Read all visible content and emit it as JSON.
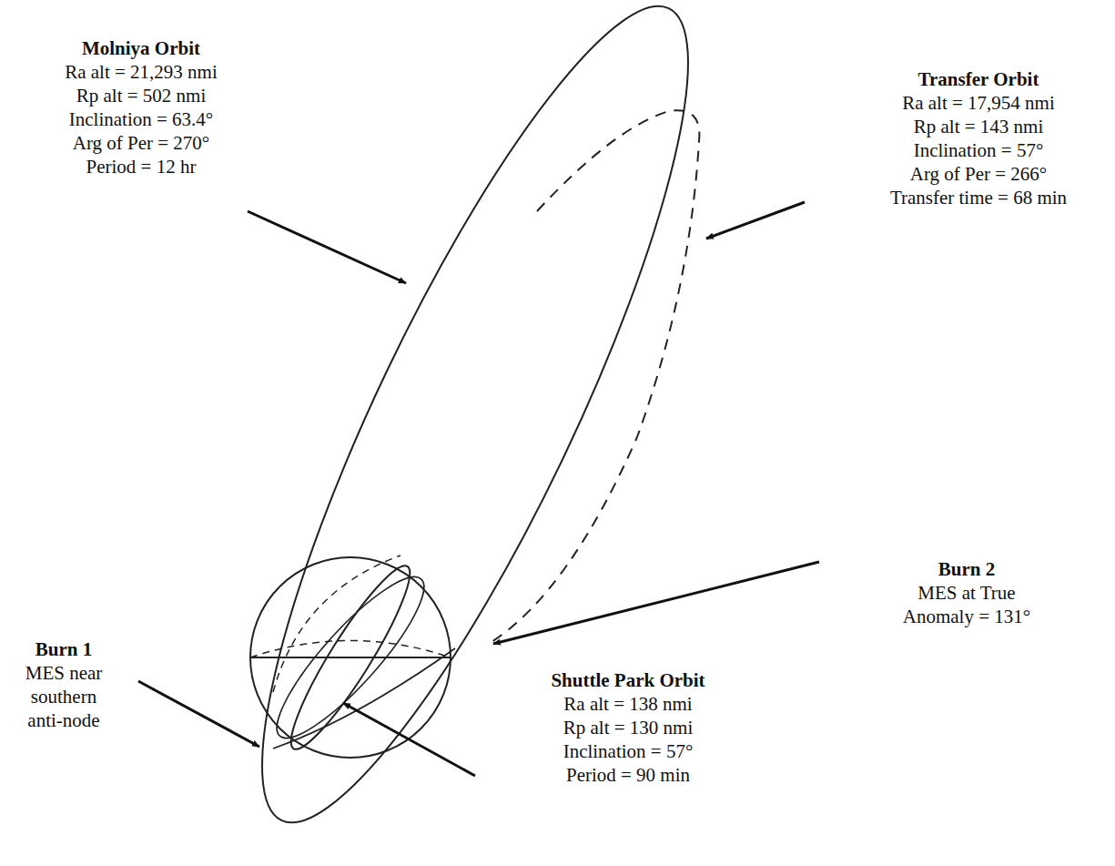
{
  "diagram": {
    "labels": [
      "Molniya Orbit",
      "Ra alt = 21,293 nmi",
      "Rp alt = 502 nmi",
      "Inclination = 63.4°",
      "Arg of Per = 270°",
      "Period = 12 hr",
      "Transfer Orbit",
      "Ra alt = 17,954 nmi",
      "Rp alt = 143 nmi",
      "Inclination = 57°",
      "Arg of Per = 266°",
      "Transfer time = 68 min",
      "Burn 2",
      "MES at True Anomaly = 131°",
      "Burn 1",
      "MES near southern anti-node",
      "Shuttle Park Orbit",
      "Ra alt = 138 nmi",
      "Rp alt = 130 nmi",
      "Inclination = 57°",
      "Period = 90 min"
    ]
  }
}
